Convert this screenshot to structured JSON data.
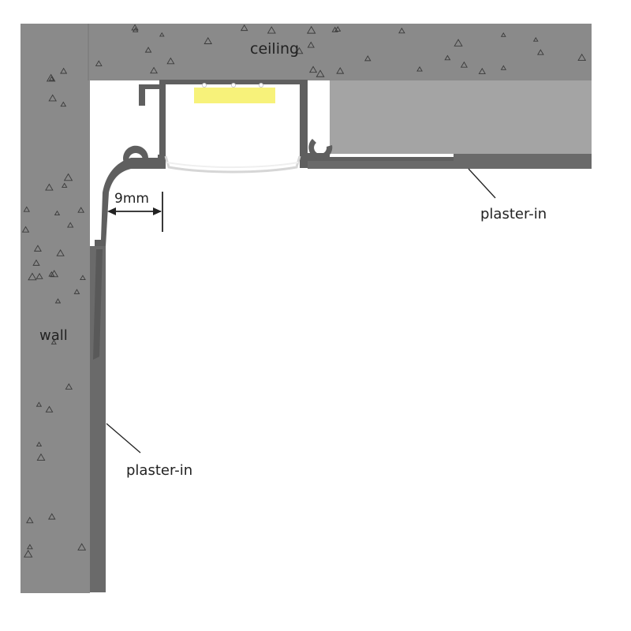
{
  "labels": {
    "ceiling": "ceiling",
    "wall": "wall",
    "plaster_ceiling": "plaster-in",
    "plaster_wall": "plaster-in",
    "dimension": "9mm"
  },
  "colors": {
    "concrete": "#8a8a8a",
    "plaster_board": "#a4a4a4",
    "profile": "#5f5f5f",
    "led_strip": "#f7f27a",
    "diffuser": "#e8e8e8",
    "ink": "#222222"
  }
}
